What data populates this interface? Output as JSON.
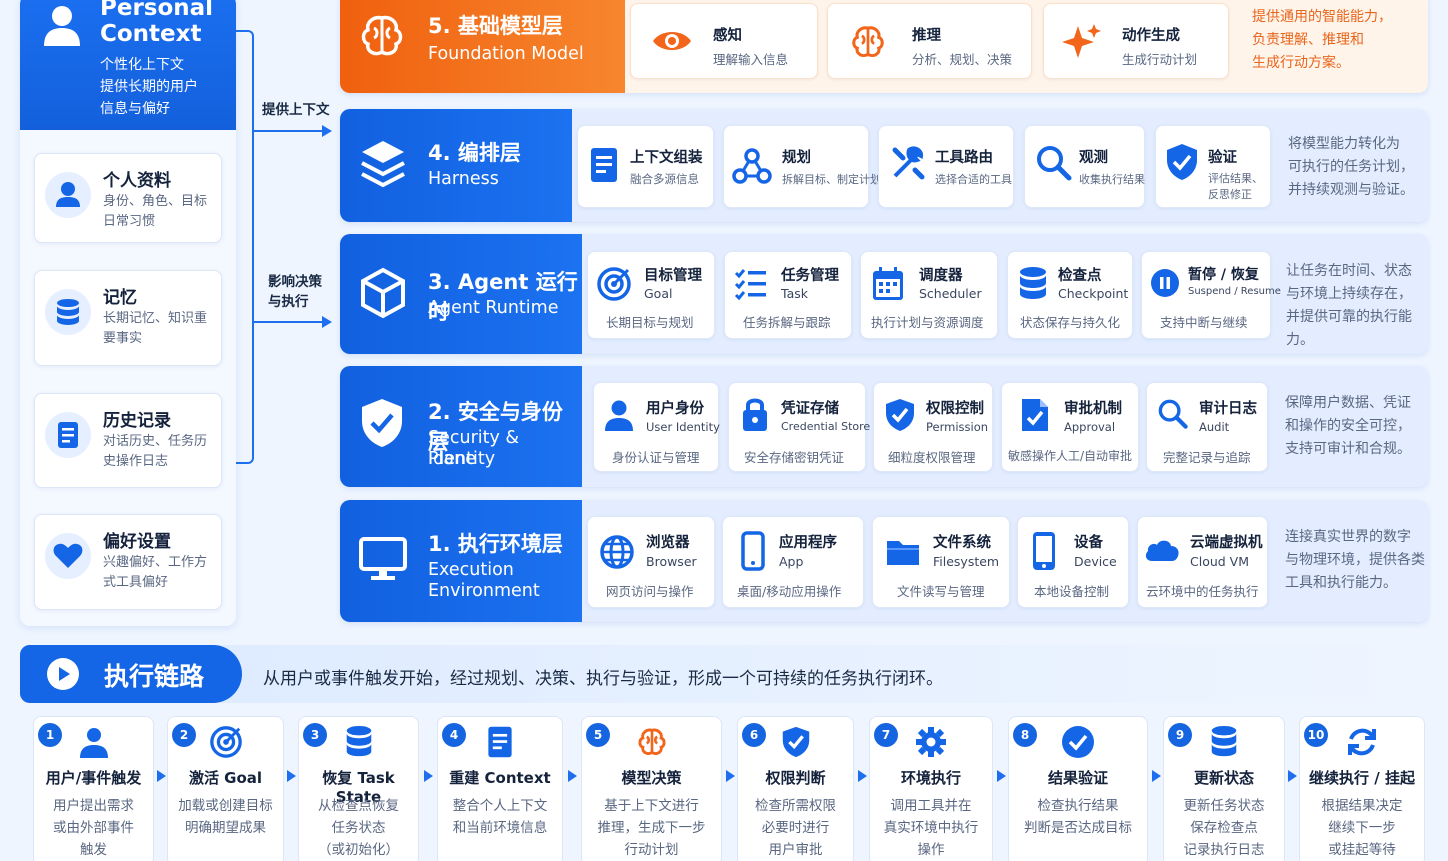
{
  "context": {
    "title_line1": "Personal",
    "title_line2": "Context",
    "subtitle": [
      "个性化上下文",
      "提供长期的用户",
      "信息与偏好"
    ],
    "cards": [
      {
        "title": "个人资料",
        "desc": "身份、角色、目标日常习惯",
        "icon": "user-icon"
      },
      {
        "title": "记忆",
        "desc": "长期记忆、知识重要事实",
        "icon": "database-icon"
      },
      {
        "title": "历史记录",
        "desc": "对话历史、任务历史操作日志",
        "icon": "document-icon"
      },
      {
        "title": "偏好设置",
        "desc": "兴趣偏好、工作方式工具偏好",
        "icon": "heart-icon"
      }
    ]
  },
  "connectors": {
    "provide_context": "提供上下文",
    "influence_line1": "影响决策",
    "influence_line2": "与执行"
  },
  "layers": [
    {
      "name": "5. 基础模型层",
      "en": "Foundation Model",
      "icon": "brain-icon",
      "modules": [
        {
          "title": "感知",
          "desc": "理解输入信息",
          "icon": "eye-icon"
        },
        {
          "title": "推理",
          "desc": "分析、规划、决策",
          "icon": "brain-icon"
        },
        {
          "title": "动作生成",
          "desc": "生成行动计划",
          "icon": "sparkle-icon"
        }
      ],
      "desc": [
        "提供通用的智能能力，",
        "负责理解、推理和",
        "生成行动方案。"
      ]
    },
    {
      "name": "4. 编排层",
      "en": "Harness",
      "icon": "layers-icon",
      "modules": [
        {
          "title": "上下文组装",
          "desc": "融合多源信息",
          "icon": "document-icon"
        },
        {
          "title": "规划",
          "desc": "拆解目标、制定计划",
          "icon": "network-icon"
        },
        {
          "title": "工具路由",
          "desc": "选择合适的工具",
          "icon": "tools-icon"
        },
        {
          "title": "观测",
          "desc": "收集执行结果",
          "icon": "search-icon"
        },
        {
          "title": "验证",
          "desc": "评估结果、",
          "desc2": "反思修正",
          "icon": "shield-check-icon"
        }
      ],
      "desc": [
        "将模型能力转化为",
        "可执行的任务计划，",
        "并持续观测与验证。"
      ]
    },
    {
      "name": "3. Agent 运行时",
      "en": "Agent Runtime",
      "icon": "cube-icon",
      "modules": [
        {
          "title": "目标管理",
          "en": "Goal",
          "desc": "长期目标与规划",
          "icon": "target-icon"
        },
        {
          "title": "任务管理",
          "en": "Task",
          "desc": "任务拆解与跟踪",
          "icon": "checklist-icon"
        },
        {
          "title": "调度器",
          "en": "Scheduler",
          "desc": "执行计划与资源调度",
          "icon": "calendar-icon"
        },
        {
          "title": "检查点",
          "en": "Checkpoint",
          "desc": "状态保存与持久化",
          "icon": "database-icon"
        },
        {
          "title": "暂停 / 恢复",
          "en": "Suspend / Resume",
          "desc": "支持中断与继续",
          "icon": "pause-icon"
        }
      ],
      "desc": [
        "让任务在时间、状态",
        "与环境上持续存在，",
        "并提供可靠的执行能力。"
      ]
    },
    {
      "name": "2. 安全与身份层",
      "en": "Security & Identity",
      "en2": "Plane",
      "icon": "shield-check-icon",
      "modules": [
        {
          "title": "用户身份",
          "en": "User Identity",
          "desc": "身份认证与管理",
          "icon": "user-icon"
        },
        {
          "title": "凭证存储",
          "en": "Credential Store",
          "desc": "安全存储密钥凭证",
          "icon": "lock-icon"
        },
        {
          "title": "权限控制",
          "en": "Permission",
          "desc": "细粒度权限管理",
          "icon": "shield-check-icon"
        },
        {
          "title": "审批机制",
          "en": "Approval",
          "desc": "敏感操作人工/自动审批",
          "icon": "file-check-icon"
        },
        {
          "title": "审计日志",
          "en": "Audit",
          "desc": "完整记录与追踪",
          "icon": "search-icon"
        }
      ],
      "desc": [
        "保障用户数据、凭证",
        "和操作的安全可控，",
        "支持可审计和合规。"
      ]
    },
    {
      "name": "1. 执行环境层",
      "en": "Execution",
      "en2": "Environment",
      "icon": "monitor-icon",
      "modules": [
        {
          "title": "浏览器",
          "en": "Browser",
          "desc": "网页访问与操作",
          "icon": "globe-icon"
        },
        {
          "title": "应用程序",
          "en": "App",
          "desc": "桌面/移动应用操作",
          "icon": "phone-icon"
        },
        {
          "title": "文件系统",
          "en": "Filesystem",
          "desc": "文件读写与管理",
          "icon": "folder-icon"
        },
        {
          "title": "设备",
          "en": "Device",
          "desc": "本地设备控制",
          "icon": "device-icon"
        },
        {
          "title": "云端虚拟机",
          "en": "Cloud VM",
          "desc": "云环境中的任务执行",
          "icon": "cloud-icon"
        }
      ],
      "desc": [
        "连接真实世界的数字",
        "与物理环境，提供各类",
        "工具和执行能力。"
      ]
    }
  ],
  "chain": {
    "title": "执行链路",
    "desc": "从用户或事件触发开始，经过规划、决策、执行与验证，形成一个可持续的任务执行闭环。",
    "steps": [
      {
        "num": "1",
        "title": "用户/事件触发",
        "desc": [
          "用户提出需求",
          "或由外部事件",
          "触发"
        ],
        "icon": "user-icon"
      },
      {
        "num": "2",
        "title": "激活 Goal",
        "desc": [
          "加载或创建目标",
          "明确期望成果"
        ],
        "icon": "target-icon"
      },
      {
        "num": "3",
        "title": "恢复 Task State",
        "desc": [
          "从检查点恢复",
          "任务状态",
          "（或初始化）"
        ],
        "icon": "database-icon"
      },
      {
        "num": "4",
        "title": "重建 Context",
        "desc": [
          "整合个人上下文",
          "和当前环境信息"
        ],
        "icon": "document-icon"
      },
      {
        "num": "5",
        "title": "模型决策",
        "desc": [
          "基于上下文进行",
          "推理，生成下一步",
          "行动计划"
        ],
        "icon": "brain-icon"
      },
      {
        "num": "6",
        "title": "权限判断",
        "desc": [
          "检查所需权限",
          "必要时进行",
          "用户审批"
        ],
        "icon": "shield-check-icon"
      },
      {
        "num": "7",
        "title": "环境执行",
        "desc": [
          "调用工具并在",
          "真实环境中执行",
          "操作"
        ],
        "icon": "gear-icon"
      },
      {
        "num": "8",
        "title": "结果验证",
        "desc": [
          "检查执行结果",
          "判断是否达成目标"
        ],
        "icon": "check-circle-icon"
      },
      {
        "num": "9",
        "title": "更新状态",
        "desc": [
          "更新任务状态",
          "保存检查点",
          "记录执行日志"
        ],
        "icon": "database-icon"
      },
      {
        "num": "10",
        "title": "继续执行 / 挂起",
        "desc": [
          "根据结果决定",
          "继续下一步",
          "或挂起等待"
        ],
        "icon": "refresh-icon"
      }
    ]
  },
  "colors": {
    "primary": "#1466e6",
    "accent": "#f0711c",
    "bg": "#eef5ff"
  }
}
